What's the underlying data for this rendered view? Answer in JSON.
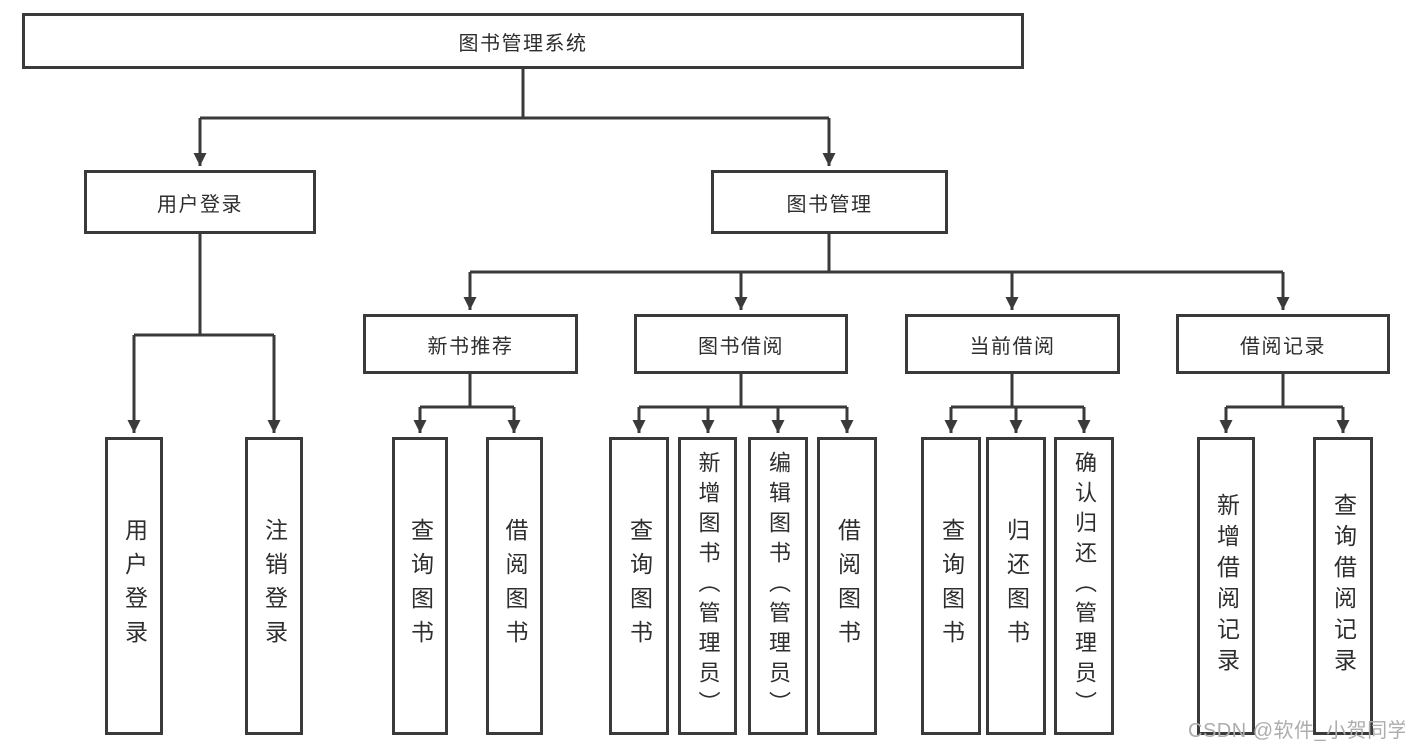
{
  "tree": {
    "root": "图书管理系统",
    "branches": [
      {
        "label": "用户登录",
        "children": [
          "用户登录",
          "注销登录"
        ]
      },
      {
        "label": "图书管理",
        "sections": [
          {
            "label": "新书推荐",
            "children": [
              "查询图书",
              "借阅图书"
            ]
          },
          {
            "label": "图书借阅",
            "children": [
              "查询图书",
              "新增图书（管理员）",
              "编辑图书（管理员）",
              "借阅图书"
            ]
          },
          {
            "label": "当前借阅",
            "children": [
              "查询图书",
              "归还图书",
              "确认归还（管理员）"
            ]
          },
          {
            "label": "借阅记录",
            "children": [
              "新增借阅记录",
              "查询借阅记录"
            ]
          }
        ]
      }
    ]
  },
  "watermark": "CSDN @软件_小贺同学",
  "colors": {
    "line": "#3a3a3a",
    "box_border": "#3a3a3a",
    "text": "#2e2e2e",
    "watermark": "#adadad",
    "background": "#ffffff"
  }
}
